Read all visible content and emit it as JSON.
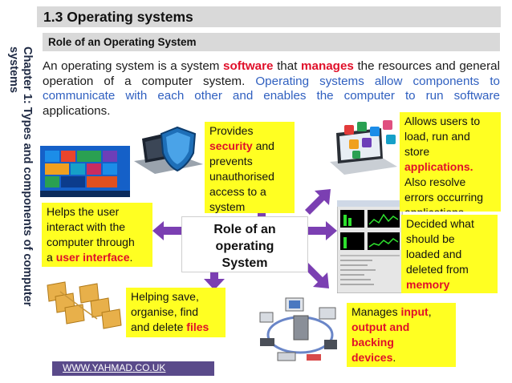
{
  "sidebar": {
    "text": "Chapter 1: Types and components of computer systems"
  },
  "title": "1.3 Operating systems",
  "subtitle": "Role of an Operating System",
  "intro": {
    "p1": "An operating system is a system ",
    "w_software": "software",
    "p2": " that ",
    "w_manages": "manages",
    "p3": " the resources and general operation of a computer system. ",
    "blue": "Operating systems allow components to communicate with each other and enables the computer to run software",
    "p4": " applications."
  },
  "center": {
    "line1": "Role of an",
    "line2": "operating",
    "line3": "System"
  },
  "boxes": {
    "security": {
      "t1": "Provides",
      "t_red": "security",
      "t2": " and",
      "t3": "prevents",
      "t4": "unauthorised",
      "t5": "access to a",
      "t6": "system"
    },
    "applications": {
      "t1": "Allows users to",
      "t2": "load, run and",
      "t3": "store",
      "t_red": "applications.",
      "t4": "Also resolve",
      "t5": "errors  occurring",
      "t6": "applications"
    },
    "ui": {
      "t1": "Helps the user",
      "t2": "interact with the",
      "t3": "computer through",
      "t4": "a  ",
      "t_red": "user interface",
      "t5": "."
    },
    "memory": {
      "t1": "Decided what",
      "t2": "should be",
      "t3": "loaded  and",
      "t4": "deleted from",
      "t_red": "memory"
    },
    "files": {
      "t1": "Helping save,",
      "t2": "organise, find",
      "t3": "and  delete ",
      "t_red": "files"
    },
    "devices": {
      "t1": "Manages ",
      "t_red1": "input",
      "t2": ",",
      "t_red2": "output and",
      "t_red3": "backing",
      "t_red4": "devices",
      "t3": "."
    }
  },
  "footer": {
    "link": "WWW.YAHMAD.CO.UK"
  }
}
